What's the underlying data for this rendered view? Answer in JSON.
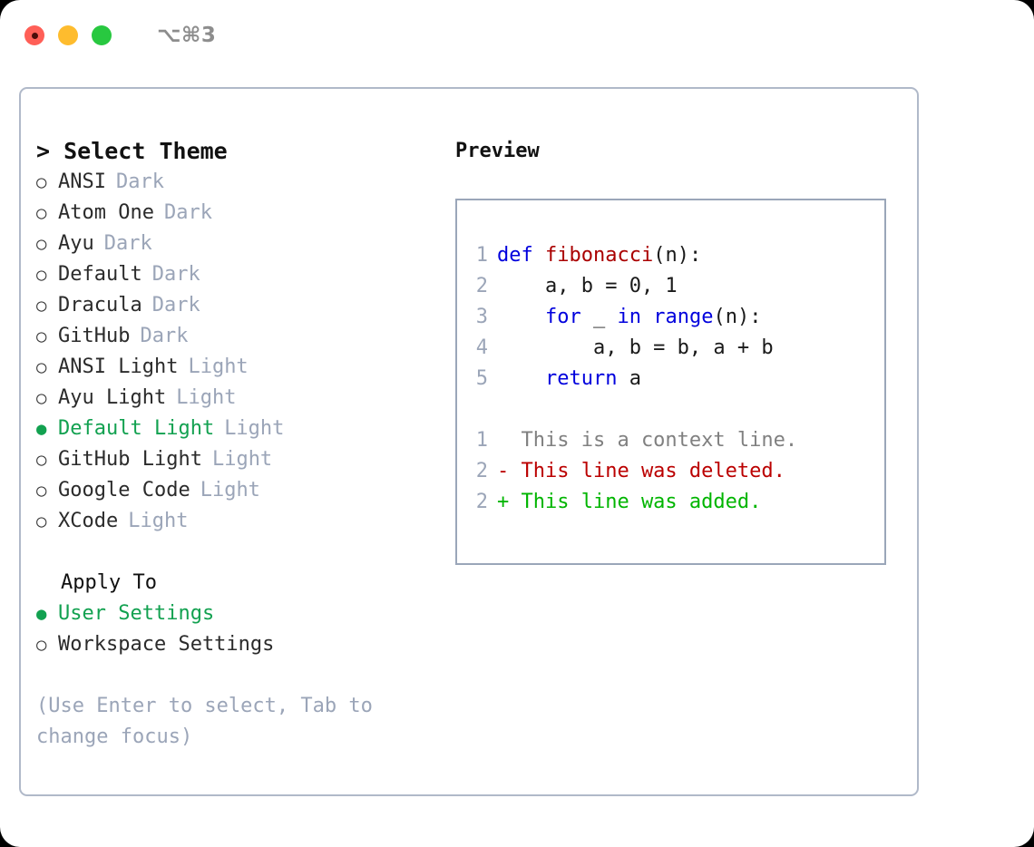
{
  "window": {
    "shortcut": "⌥⌘3",
    "traffic_lights": [
      "close-button",
      "minimize-button",
      "zoom-button"
    ]
  },
  "theme_selector": {
    "heading": "> Select Theme",
    "prompt": ">",
    "selected_marker": "●",
    "unselected_marker": "○",
    "accent_color": "#12a150",
    "tag_color": "#9ba5b8",
    "items": [
      {
        "label": "ANSI",
        "tag": "Dark",
        "selected": false
      },
      {
        "label": "Atom One",
        "tag": "Dark",
        "selected": false
      },
      {
        "label": "Ayu",
        "tag": "Dark",
        "selected": false
      },
      {
        "label": "Default",
        "tag": "Dark",
        "selected": false
      },
      {
        "label": "Dracula",
        "tag": "Dark",
        "selected": false
      },
      {
        "label": "GitHub",
        "tag": "Dark",
        "selected": false
      },
      {
        "label": "ANSI Light",
        "tag": "Light",
        "selected": false
      },
      {
        "label": "Ayu Light",
        "tag": "Light",
        "selected": false
      },
      {
        "label": "Default Light",
        "tag": "Light",
        "selected": true
      },
      {
        "label": "GitHub Light",
        "tag": "Light",
        "selected": false
      },
      {
        "label": "Google Code",
        "tag": "Light",
        "selected": false
      },
      {
        "label": "XCode",
        "tag": "Light",
        "selected": false
      }
    ]
  },
  "apply_to": {
    "heading": "Apply To",
    "items": [
      {
        "label": "User Settings",
        "selected": true
      },
      {
        "label": "Workspace Settings",
        "selected": false
      }
    ]
  },
  "hint": "(Use Enter to select, Tab to change focus)",
  "preview": {
    "title": "Preview",
    "code_lines": [
      {
        "num": "1",
        "tokens": [
          {
            "text": "def ",
            "type": "kw"
          },
          {
            "text": "fibonacci",
            "type": "fn"
          },
          {
            "text": "(n):",
            "type": "plain"
          }
        ]
      },
      {
        "num": "2",
        "tokens": [
          {
            "text": "    a, b = 0, 1",
            "type": "plain"
          }
        ]
      },
      {
        "num": "3",
        "tokens": [
          {
            "text": "    ",
            "type": "plain"
          },
          {
            "text": "for",
            "type": "kw"
          },
          {
            "text": " _ ",
            "type": "plain"
          },
          {
            "text": "in",
            "type": "kw"
          },
          {
            "text": " ",
            "type": "plain"
          },
          {
            "text": "range",
            "type": "kw"
          },
          {
            "text": "(n):",
            "type": "plain"
          }
        ]
      },
      {
        "num": "4",
        "tokens": [
          {
            "text": "        a, b = b, a + b",
            "type": "plain"
          }
        ]
      },
      {
        "num": "5",
        "tokens": [
          {
            "text": "    ",
            "type": "plain"
          },
          {
            "text": "return",
            "type": "kw"
          },
          {
            "text": " a",
            "type": "plain"
          }
        ]
      }
    ],
    "diff_lines": [
      {
        "num": "1",
        "text": "  This is a context line.",
        "type": "ctx"
      },
      {
        "num": "2",
        "text": "- This line was deleted.",
        "type": "del"
      },
      {
        "num": "2",
        "text": "+ This line was added.",
        "type": "add"
      }
    ]
  }
}
